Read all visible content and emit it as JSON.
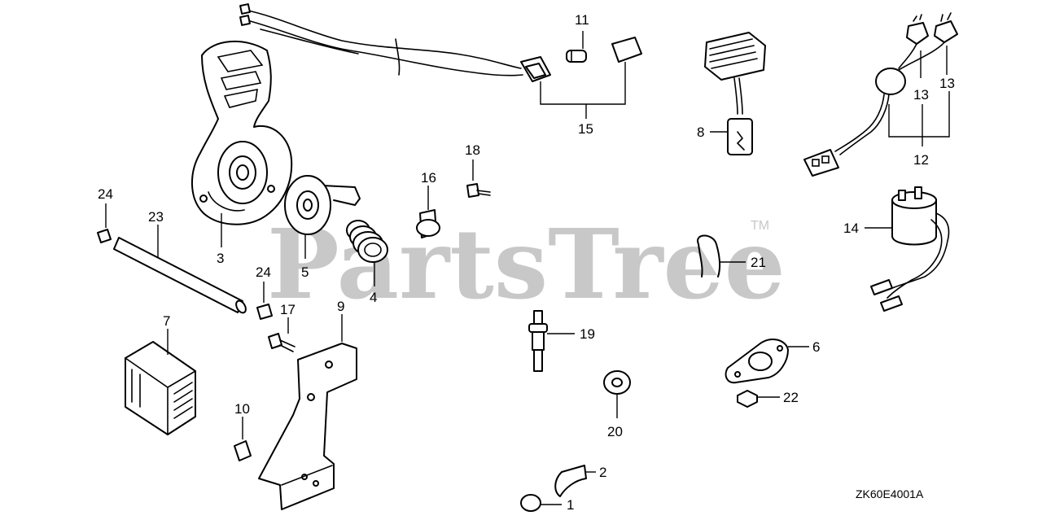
{
  "watermark": {
    "brand": "PartsTree",
    "trademark": "TM"
  },
  "diagram_code": "ZK60E4001A",
  "callouts": {
    "n1": "1",
    "n2": "2",
    "n3": "3",
    "n4": "4",
    "n5": "5",
    "n6": "6",
    "n7": "7",
    "n8": "8",
    "n9": "9",
    "n10": "10",
    "n11": "11",
    "n12": "12",
    "n13a": "13",
    "n13b": "13",
    "n14": "14",
    "n15": "15",
    "n16": "16",
    "n17": "17",
    "n18": "18",
    "n19": "19",
    "n20": "20",
    "n21": "21",
    "n22": "22",
    "n23": "23",
    "n24a": "24",
    "n24b": "24"
  }
}
